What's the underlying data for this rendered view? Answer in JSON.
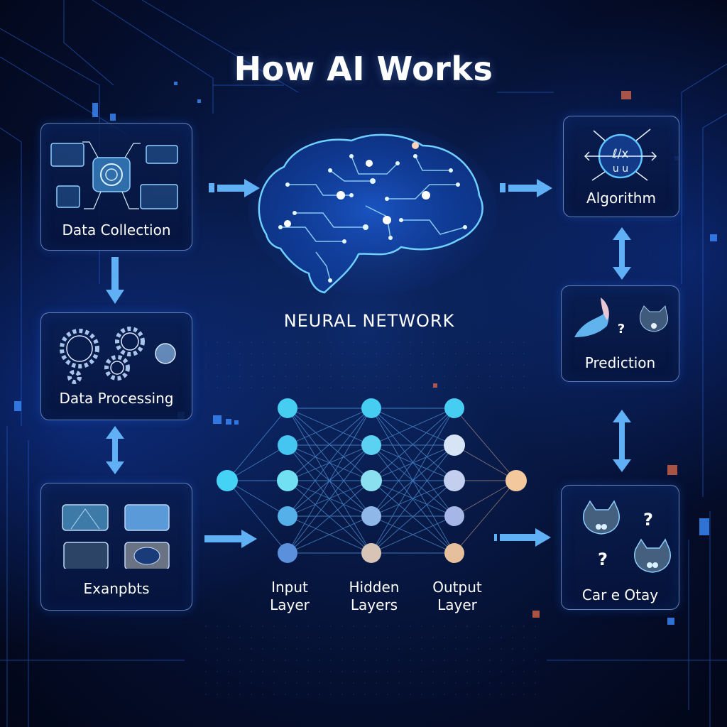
{
  "title": "How AI Works",
  "center": {
    "brain_label": "NEURAL NETWORK",
    "layers": [
      {
        "line1": "Input",
        "line2": "Layer"
      },
      {
        "line1": "Hidden",
        "line2": "Layers"
      },
      {
        "line1": "Output",
        "line2": "Layer"
      }
    ]
  },
  "left_cards": [
    {
      "label": "Data Collection",
      "icon": "devices-icon"
    },
    {
      "label": "Data Processing",
      "icon": "gears-icon"
    },
    {
      "label": "Exanpbts",
      "icon": "example-images-icon"
    }
  ],
  "right_cards": [
    {
      "label": "Algorithm",
      "icon": "formula-compass-icon"
    },
    {
      "label": "Prediction",
      "icon": "bird-cat-question-icon"
    },
    {
      "label": "Car e Otay",
      "icon": "cats-question-icon"
    }
  ],
  "colors": {
    "background": "#040d2a",
    "accent_blue": "#4aa8ff",
    "arrow": "#5fb0f5",
    "node_cyan": "#4fd4f5",
    "node_peach": "#f0c8a0",
    "card_border": "#96b9eb"
  }
}
